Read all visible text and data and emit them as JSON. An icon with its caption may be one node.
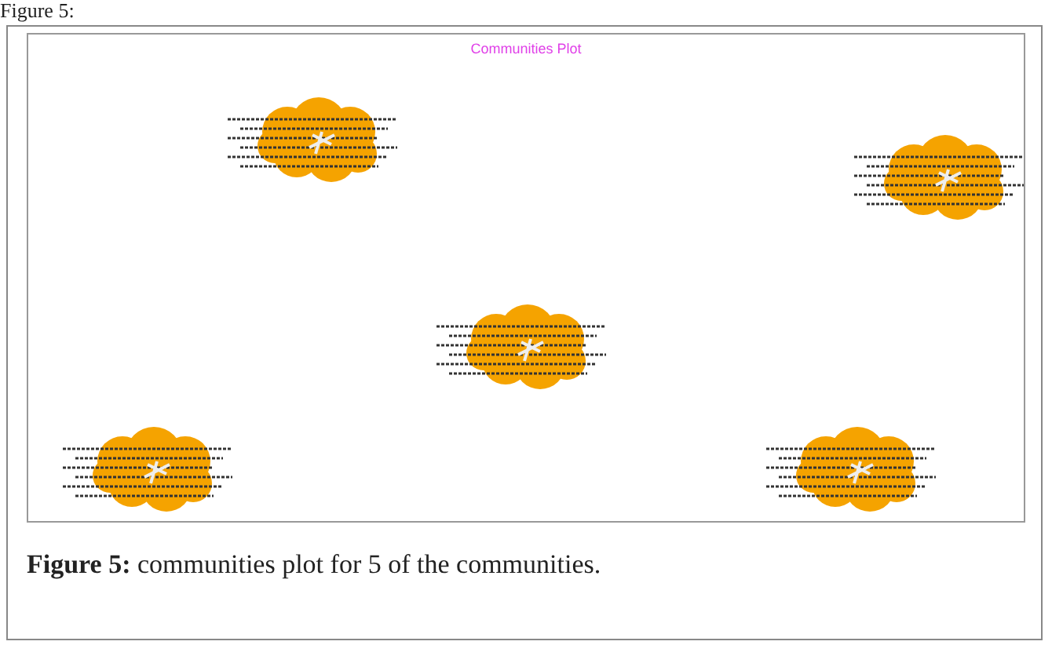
{
  "diagram": {
    "title": "Communities Plot",
    "caption": "**Figure 5:** communities plot for 5 of the communities.",
    "labels": [
      "Figure 5:"
    ]
  }
}
